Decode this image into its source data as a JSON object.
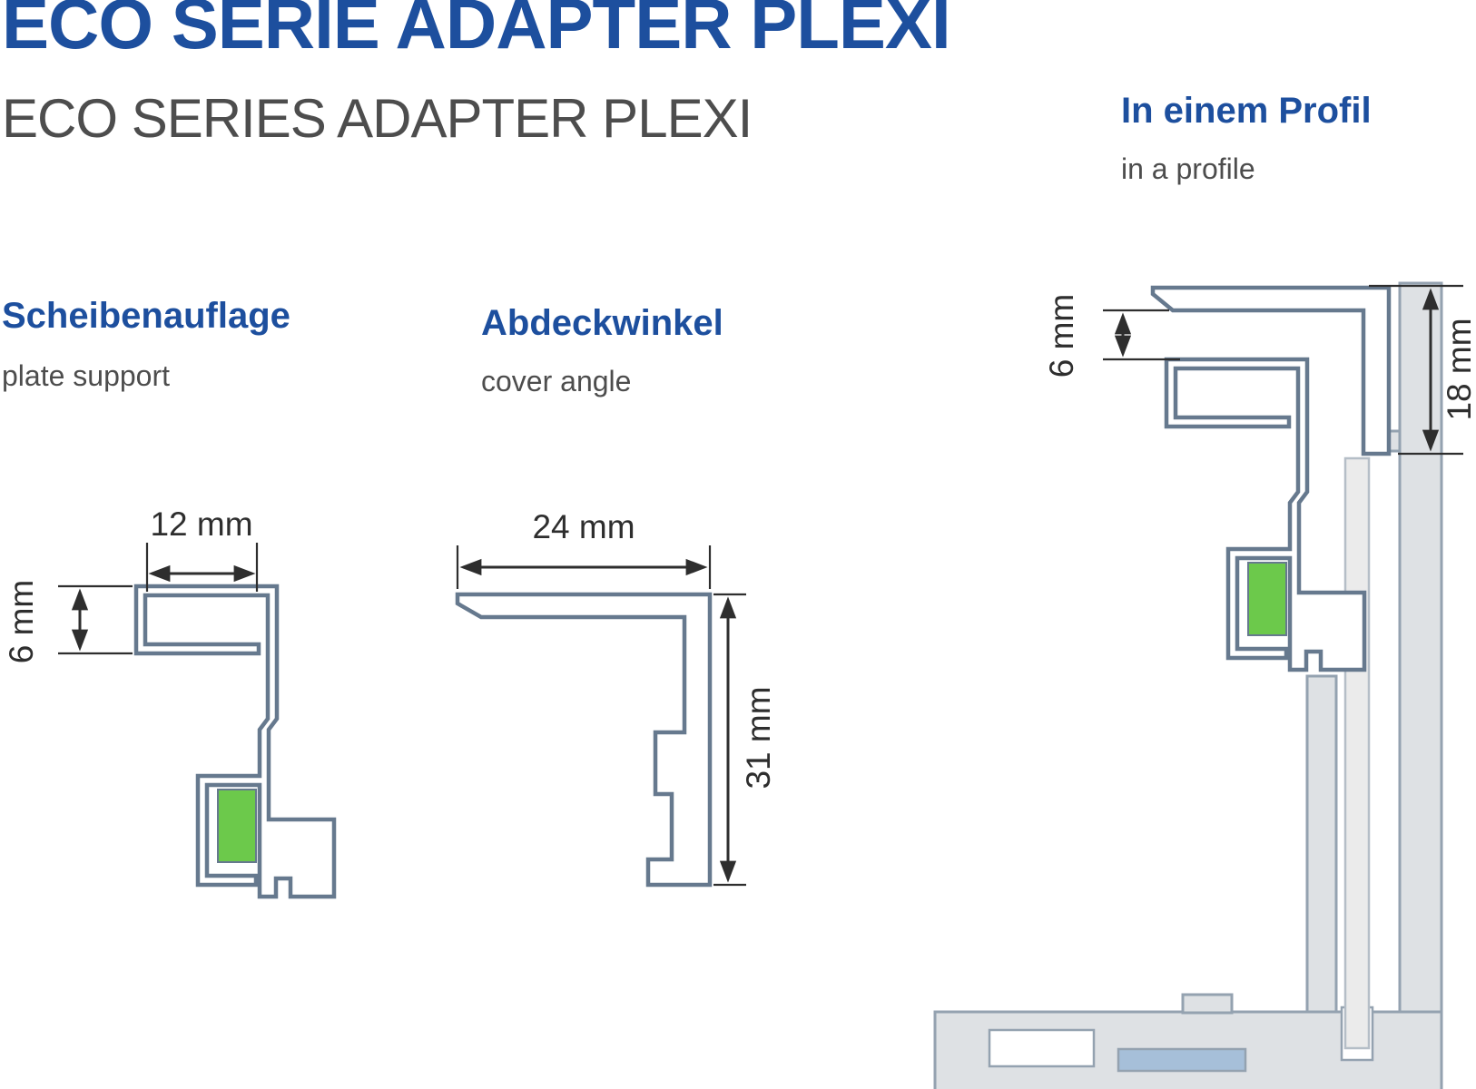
{
  "page": {
    "title_de": "ECO SERIE ADAPTER PLEXI",
    "title_en": "ECO SERIES ADAPTER PLEXI"
  },
  "sections": {
    "plate_support": {
      "title_de": "Scheibenauflage",
      "title_en": "plate support",
      "dim_width": "12 mm",
      "dim_height": "6 mm"
    },
    "cover_angle": {
      "title_de": "Abdeckwinkel",
      "title_en": "cover angle",
      "dim_width": "24 mm",
      "dim_height": "31 mm"
    },
    "in_profile": {
      "title_de": "In einem Profil",
      "title_en": "in a profile",
      "dim_top": "6 mm",
      "dim_right": "18 mm"
    }
  },
  "colors": {
    "accent": "#1d4f9e",
    "text_gray": "#4d4d4d",
    "dim": "#2e2e2e",
    "outline": "#66798e",
    "gray_fill": "#dee1e4",
    "gray_stroke": "#94a2b0",
    "plexi_fill": "#ebebeb",
    "plexi_stroke": "#b5bec7",
    "green": "#6cc94b",
    "blue_bar": "#a6bfd9"
  }
}
